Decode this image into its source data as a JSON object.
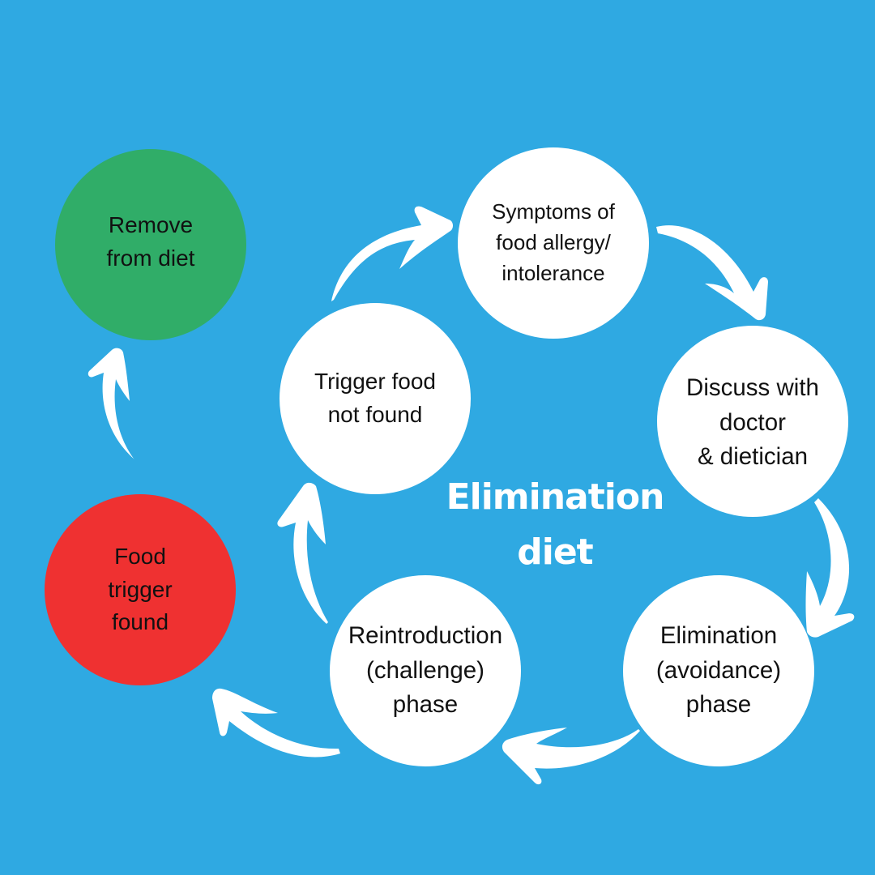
{
  "title": {
    "line1": "Elimination",
    "line2": "diet"
  },
  "colors": {
    "background": "#2fa9e2",
    "cycle_node": "#ffffff",
    "remove_node": "#30ad68",
    "found_node": "#ef3131",
    "text": "#111111",
    "arrow": "#ffffff"
  },
  "nodes": [
    {
      "id": "symptoms",
      "label": "Symptoms of\nfood allergy/\nintolerance"
    },
    {
      "id": "discuss",
      "label": "Discuss with\ndoctor\n & dietician"
    },
    {
      "id": "elimination",
      "label": "Elimination\n(avoidance)\nphase"
    },
    {
      "id": "reintroduction",
      "label": "Reintroduction\n(challenge)\nphase"
    },
    {
      "id": "not-found",
      "label": "Trigger food\nnot found"
    },
    {
      "id": "found",
      "label": "Food\ntrigger\nfound"
    },
    {
      "id": "remove",
      "label": "Remove\nfrom diet"
    }
  ],
  "edges": [
    {
      "from": "symptoms",
      "to": "discuss"
    },
    {
      "from": "discuss",
      "to": "elimination"
    },
    {
      "from": "elimination",
      "to": "reintroduction"
    },
    {
      "from": "reintroduction",
      "to": "found"
    },
    {
      "from": "reintroduction",
      "to": "not-found"
    },
    {
      "from": "not-found",
      "to": "symptoms"
    },
    {
      "from": "found",
      "to": "remove"
    }
  ]
}
